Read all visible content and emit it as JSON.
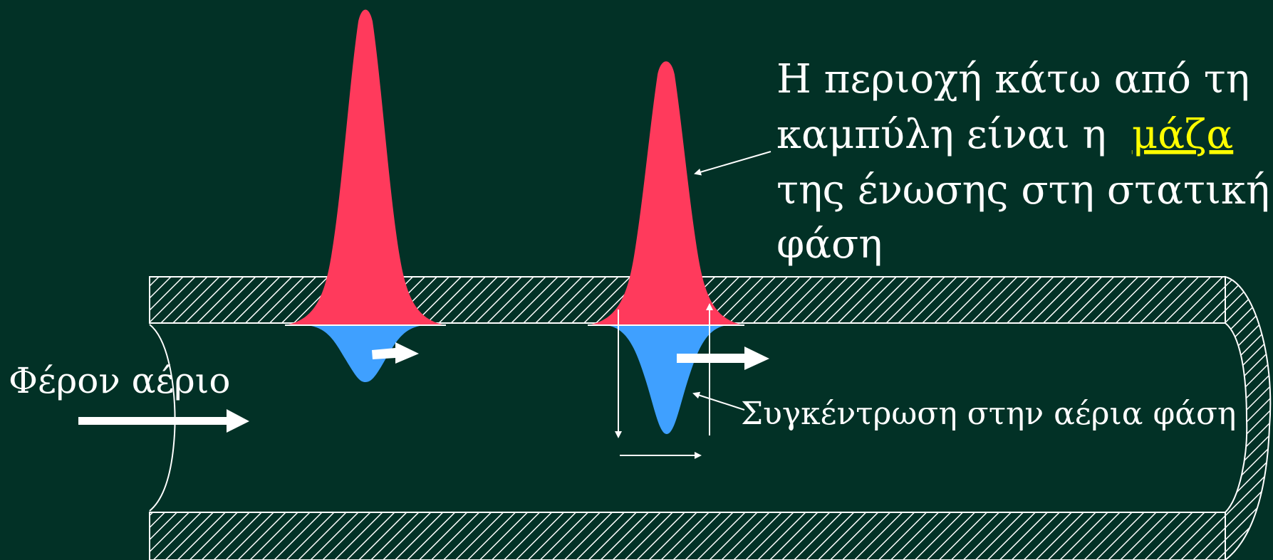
{
  "labels": {
    "carrier_gas": "Φέρον αέριο",
    "gas_phase_concentration": "Συγκέντρωση στην αέρια φάση",
    "area_line1": "Η περιοχή κάτω από τη",
    "area_line2_prefix": "καμπύλη είναι η ",
    "area_line2_link": "μάζα",
    "area_line3": "της ένωσης στη στατική",
    "area_line4": "φάση"
  },
  "colors": {
    "background": "#023126",
    "stationary_phase_peak": "#ff3a5c",
    "gas_phase_peak": "#3fa0ff",
    "lines": "#ffffff",
    "highlight": "#ffff00"
  }
}
